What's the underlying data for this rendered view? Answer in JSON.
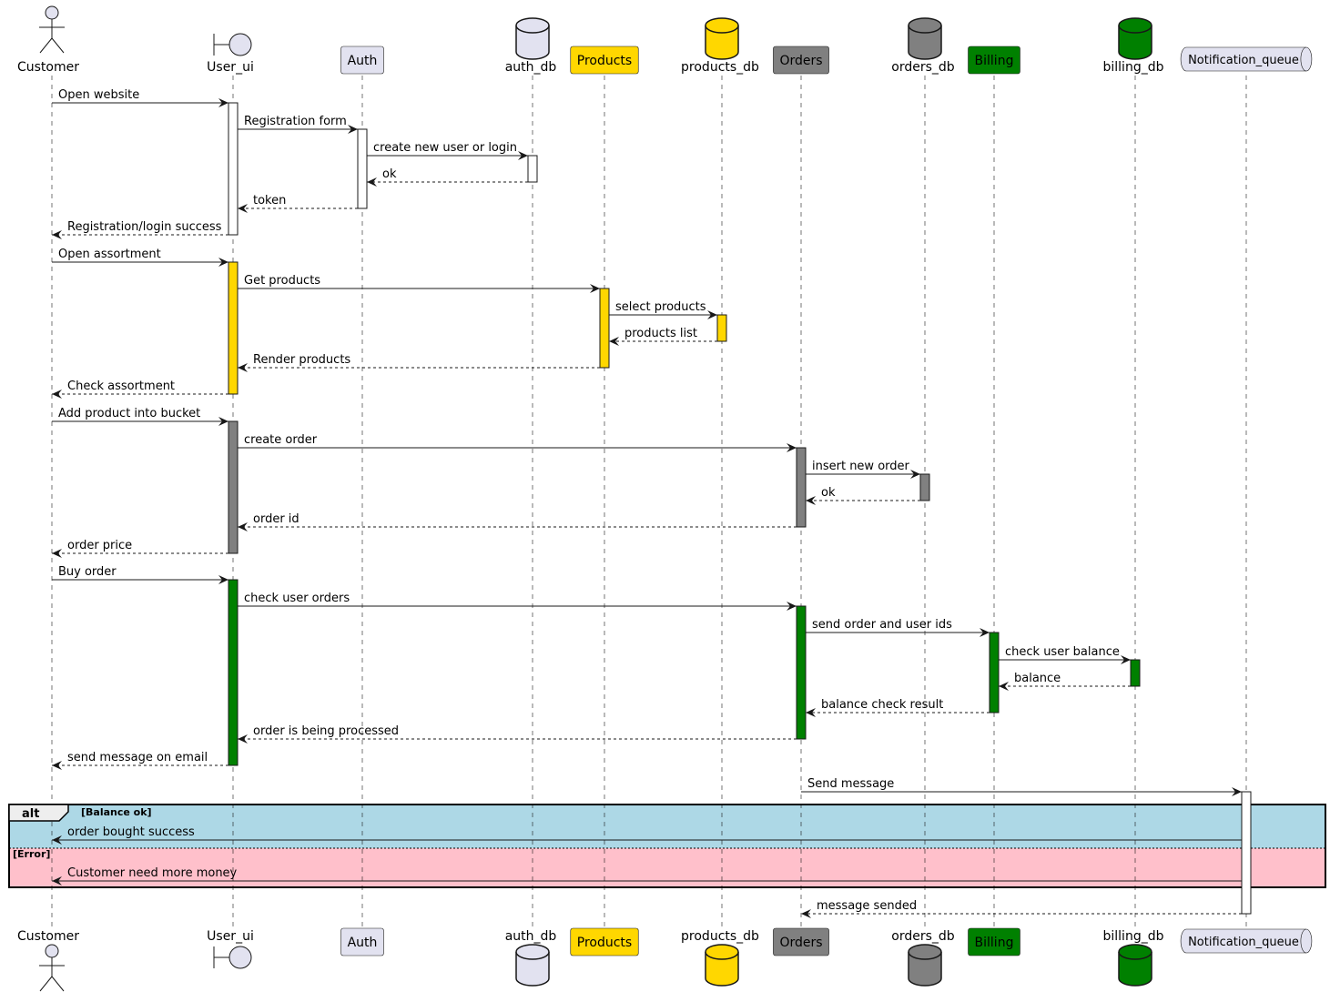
{
  "participants": [
    {
      "id": "customer",
      "name": "Customer",
      "kind": "actor",
      "color": "#E2E2F0"
    },
    {
      "id": "user_ui",
      "name": "User_ui",
      "kind": "boundary",
      "color": "#E2E2F0"
    },
    {
      "id": "auth",
      "name": "Auth",
      "kind": "box",
      "color": "#E2E2F0"
    },
    {
      "id": "auth_db",
      "name": "auth_db",
      "kind": "database",
      "color": "#E2E2F0"
    },
    {
      "id": "products",
      "name": "Products",
      "kind": "box",
      "color": "#FFD700"
    },
    {
      "id": "products_db",
      "name": "products_db",
      "kind": "database",
      "color": "#FFD700"
    },
    {
      "id": "orders",
      "name": "Orders",
      "kind": "box",
      "color": "#808080"
    },
    {
      "id": "orders_db",
      "name": "orders_db",
      "kind": "database",
      "color": "#808080"
    },
    {
      "id": "billing",
      "name": "Billing",
      "kind": "box",
      "color": "#008000"
    },
    {
      "id": "billing_db",
      "name": "billing_db",
      "kind": "database",
      "color": "#008000"
    },
    {
      "id": "notification_queue",
      "name": "Notification_queue",
      "kind": "queue",
      "color": "#E2E2F0"
    }
  ],
  "messages": [
    {
      "from": "customer",
      "to": "user_ui",
      "label": "Open website",
      "style": "solid"
    },
    {
      "from": "user_ui",
      "to": "auth",
      "label": "Registration form",
      "style": "solid"
    },
    {
      "from": "auth",
      "to": "auth_db",
      "label": "create new user or login",
      "style": "solid"
    },
    {
      "from": "auth_db",
      "to": "auth",
      "label": "ok",
      "style": "dashed"
    },
    {
      "from": "auth",
      "to": "user_ui",
      "label": "token",
      "style": "dashed"
    },
    {
      "from": "user_ui",
      "to": "customer",
      "label": "Registration/login success",
      "style": "dashed"
    },
    {
      "from": "customer",
      "to": "user_ui",
      "label": "Open assortment",
      "style": "solid"
    },
    {
      "from": "user_ui",
      "to": "products",
      "label": "Get products",
      "style": "solid"
    },
    {
      "from": "products",
      "to": "products_db",
      "label": "select products",
      "style": "solid"
    },
    {
      "from": "products_db",
      "to": "products",
      "label": "products list",
      "style": "dashed"
    },
    {
      "from": "products",
      "to": "user_ui",
      "label": "Render products",
      "style": "dashed"
    },
    {
      "from": "user_ui",
      "to": "customer",
      "label": "Check assortment",
      "style": "dashed"
    },
    {
      "from": "customer",
      "to": "user_ui",
      "label": "Add product into bucket",
      "style": "solid"
    },
    {
      "from": "user_ui",
      "to": "orders",
      "label": "create order",
      "style": "solid"
    },
    {
      "from": "orders",
      "to": "orders_db",
      "label": "insert new order",
      "style": "solid"
    },
    {
      "from": "orders_db",
      "to": "orders",
      "label": "ok",
      "style": "dashed"
    },
    {
      "from": "orders",
      "to": "user_ui",
      "label": "order id",
      "style": "dashed"
    },
    {
      "from": "user_ui",
      "to": "customer",
      "label": "order price",
      "style": "dashed"
    },
    {
      "from": "customer",
      "to": "user_ui",
      "label": "Buy order",
      "style": "solid"
    },
    {
      "from": "user_ui",
      "to": "orders",
      "label": "check user orders",
      "style": "solid"
    },
    {
      "from": "orders",
      "to": "billing",
      "label": "send order and user ids",
      "style": "solid"
    },
    {
      "from": "billing",
      "to": "billing_db",
      "label": "check user balance",
      "style": "solid"
    },
    {
      "from": "billing_db",
      "to": "billing",
      "label": "balance",
      "style": "dashed"
    },
    {
      "from": "billing",
      "to": "orders",
      "label": "balance check result",
      "style": "dashed"
    },
    {
      "from": "orders",
      "to": "user_ui",
      "label": "order is being processed",
      "style": "dashed"
    },
    {
      "from": "user_ui",
      "to": "customer",
      "label": "send message on email",
      "style": "dashed"
    },
    {
      "from": "orders",
      "to": "notification_queue",
      "label": "Send message",
      "style": "solid"
    },
    {
      "from": "notification_queue",
      "to": "customer",
      "label": "order bought success",
      "style": "solid"
    },
    {
      "from": "notification_queue",
      "to": "customer",
      "label": "Customer need more money",
      "style": "solid"
    },
    {
      "from": "notification_queue",
      "to": "orders",
      "label": "message sended",
      "style": "dashed"
    }
  ],
  "activations": [
    {
      "participant": "user_ui",
      "color": "#FFFFFF"
    },
    {
      "participant": "auth",
      "color": "#FFFFFF"
    },
    {
      "participant": "auth_db",
      "color": "#FFFFFF"
    },
    {
      "participant": "user_ui",
      "color": "#FFD700"
    },
    {
      "participant": "products",
      "color": "#FFD700"
    },
    {
      "participant": "products_db",
      "color": "#FFD700"
    },
    {
      "participant": "user_ui",
      "color": "#808080"
    },
    {
      "participant": "orders",
      "color": "#808080"
    },
    {
      "participant": "orders_db",
      "color": "#808080"
    },
    {
      "participant": "user_ui",
      "color": "#008000"
    },
    {
      "participant": "orders",
      "color": "#008000"
    },
    {
      "participant": "billing",
      "color": "#008000"
    },
    {
      "participant": "billing_db",
      "color": "#008000"
    },
    {
      "participant": "notification_queue",
      "color": "#FFFFFF"
    }
  ],
  "alt_block": {
    "keyword": "alt",
    "conditions": [
      {
        "label": "[Balance ok]",
        "color": "#ADD8E6"
      },
      {
        "label": "[Error]",
        "color": "#FFC0CB"
      }
    ]
  }
}
